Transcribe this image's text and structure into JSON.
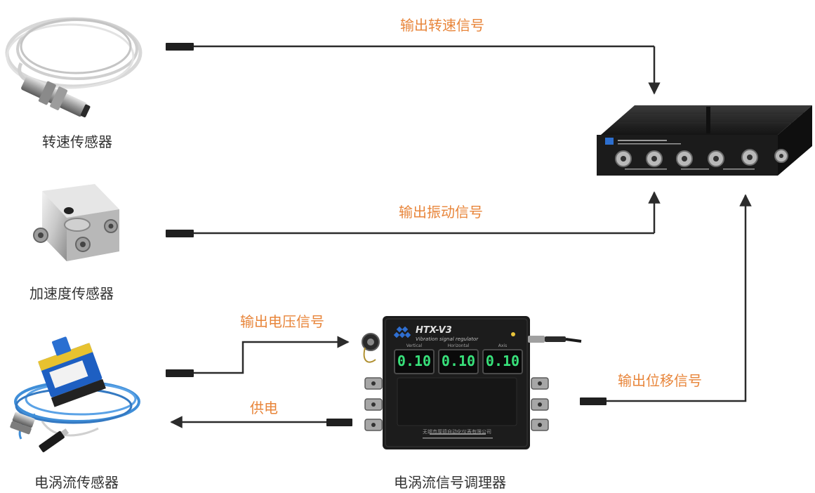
{
  "colors": {
    "accent": "#E8853A",
    "text": "#333333",
    "line": "#2b2b2b",
    "device": "#1c1c1c",
    "display_digits": "#38e07a"
  },
  "sensors": {
    "speed": {
      "label": "转速传感器"
    },
    "accel": {
      "label": "加速度传感器"
    },
    "eddy": {
      "label": "电涡流传感器"
    }
  },
  "signals": {
    "speed_out": "输出转速信号",
    "vibration_out": "输出振动信号",
    "voltage_out": "输出电压信号",
    "power": "供电",
    "displacement_out": "输出位移信号"
  },
  "conditioner": {
    "label": "电涡流信号调理器",
    "model": "HTX-V3",
    "subtitle": "Vibration signal regulator",
    "channels": [
      {
        "name": "Vertical",
        "value": "0.10"
      },
      {
        "name": "Horizontal",
        "value": "0.10"
      },
      {
        "name": "Axis",
        "value": "0.10"
      }
    ],
    "manufacturer": "无锡市厚德自动化仪表有限公司"
  },
  "icons": {
    "speed_sensor": "coiled-cable-speed-probe-icon",
    "accel_sensor": "triaxial-accelerometer-icon",
    "eddy_sensor": "eddy-current-probe-icon",
    "acquisition": "data-acquisition-box-icon",
    "conditioner": "signal-conditioner-icon"
  }
}
